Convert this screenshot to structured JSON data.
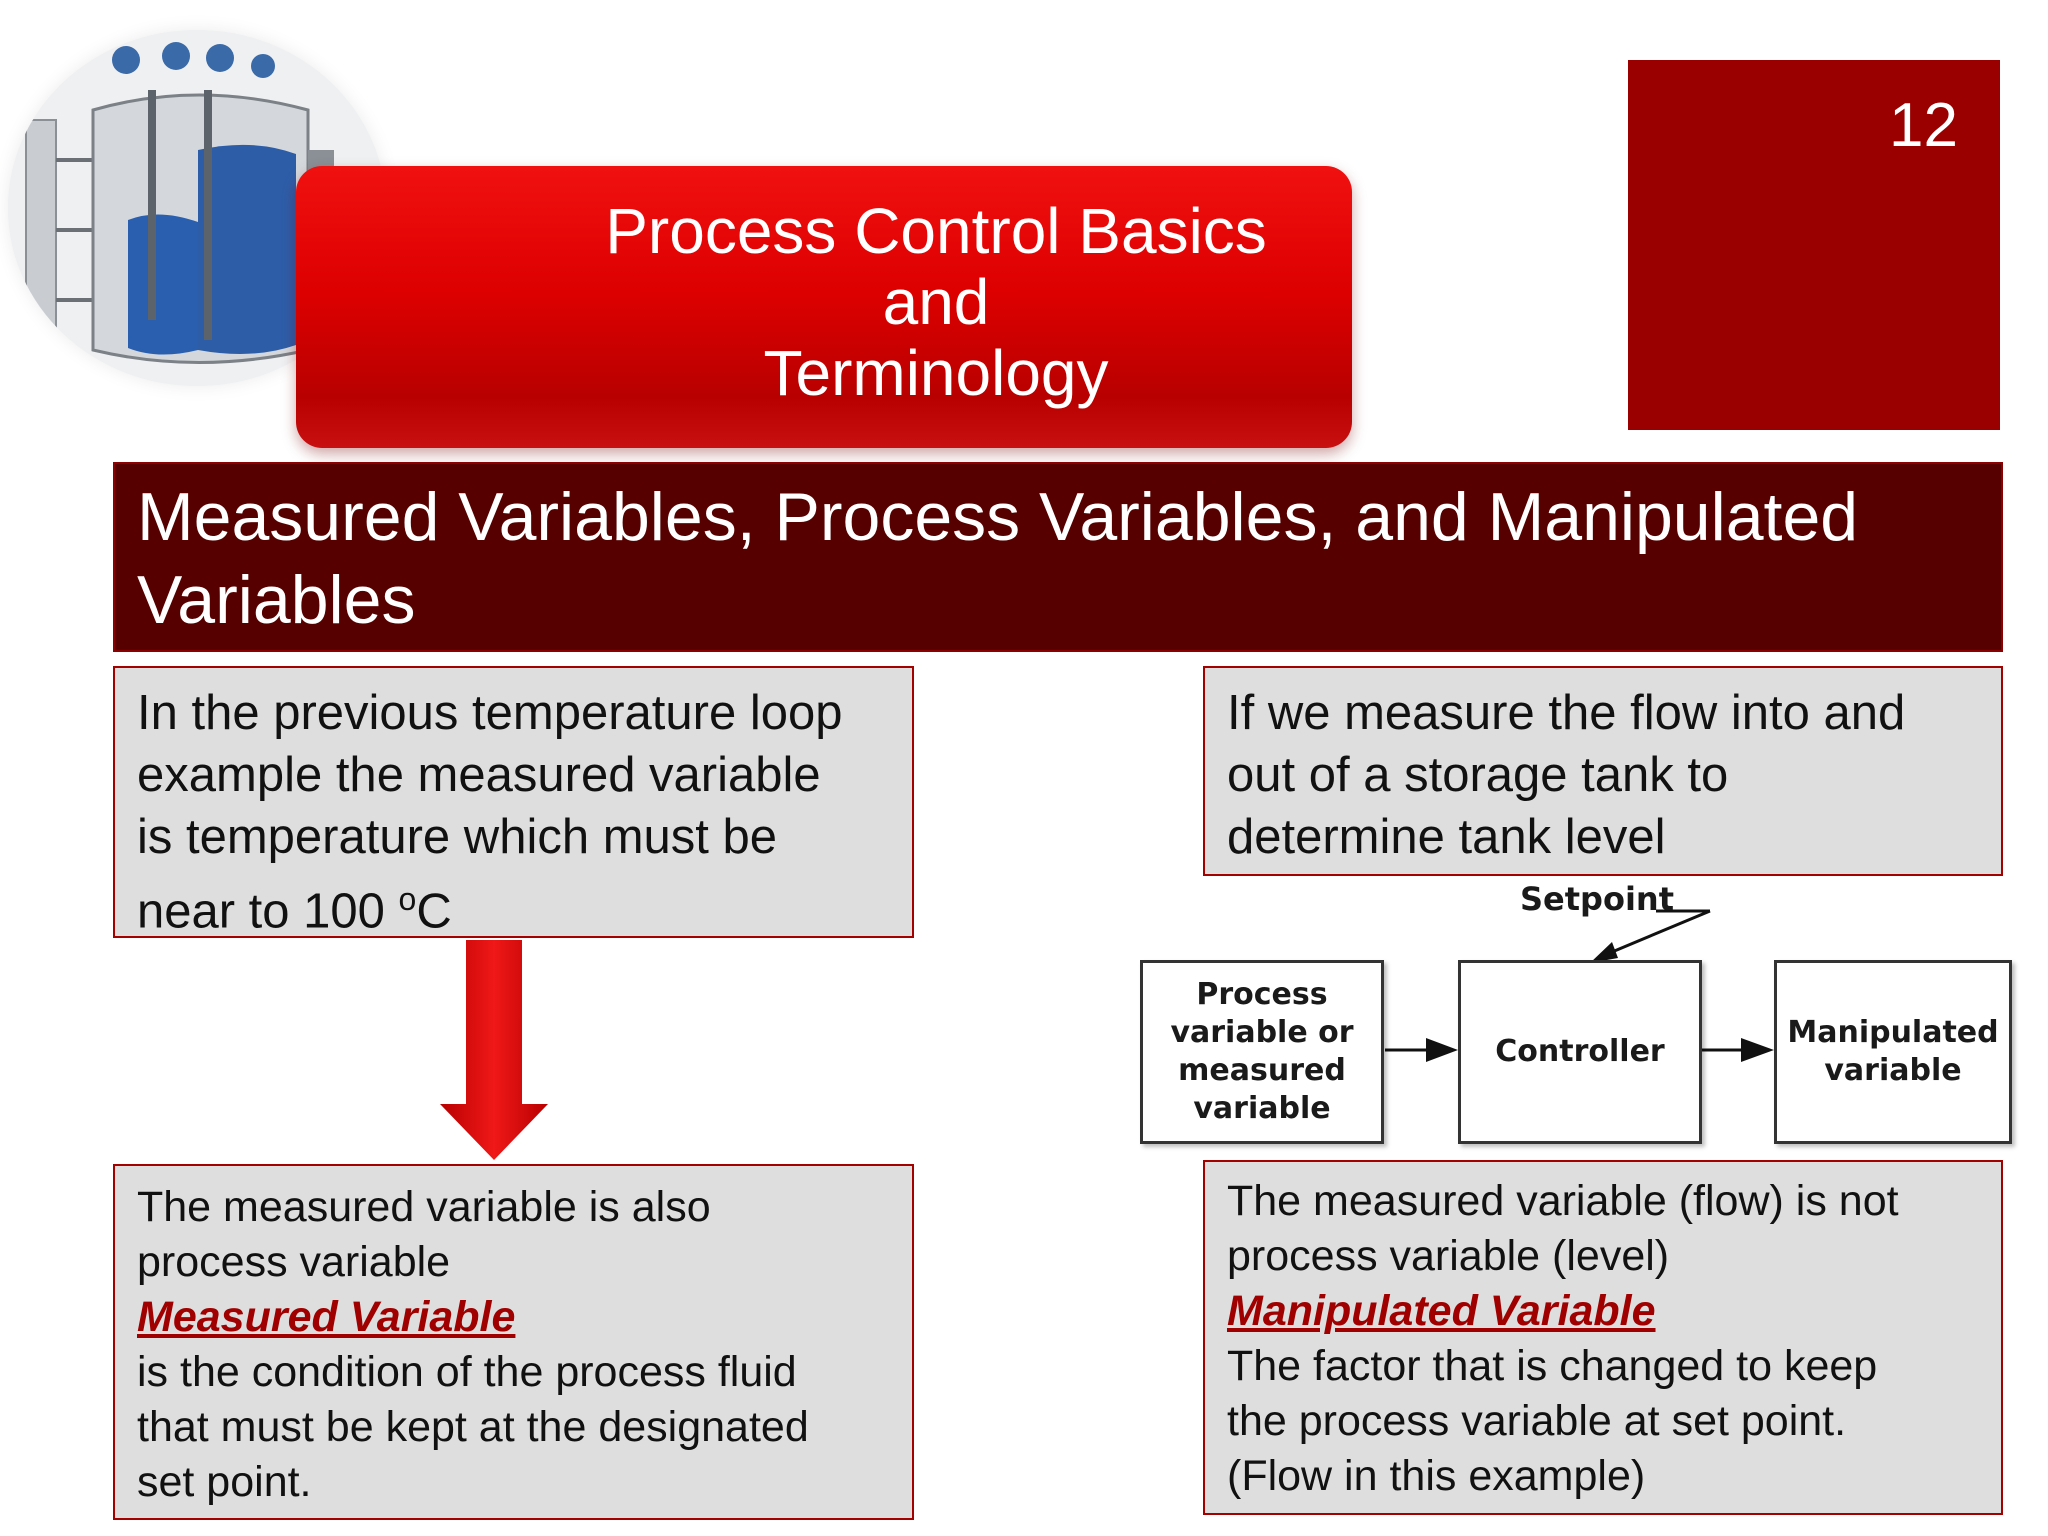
{
  "slide": {
    "page_number": "12",
    "title_lines": [
      "Process Control Basics",
      "and",
      "Terminology"
    ],
    "heading": "Measured Variables, Process Variables, and Manipulated Variables",
    "card_temperature": {
      "line1": "In the previous temperature loop",
      "line2": "example the measured variable",
      "line3": "is temperature which must be",
      "line4_prefix": "near to 100 ",
      "superscript": "o",
      "line4_suffix": "C"
    },
    "card_flow": {
      "line1": "If we measure the flow  into and",
      "line2": "out of a storage tank to",
      "line3": "determine tank level"
    },
    "card_measured": {
      "line1": "The measured variable is also",
      "line2": "process variable",
      "term": " Measured Variable",
      "line3": "is the condition of the process fluid",
      "line4": "that must be kept at the designated",
      "line5": "set point."
    },
    "card_manipulated": {
      "line1": "The measured variable (flow) is not",
      "line2": "process variable (level)",
      "term": " Manipulated Variable",
      "line3": "The factor that is changed to keep",
      "line4": "the process variable at set point.",
      "line5": "(Flow in this example)"
    }
  },
  "diagram": {
    "setpoint": "Setpoint",
    "process_box": [
      "Process",
      "variable or",
      "measured",
      "variable"
    ],
    "controller": "Controller",
    "manipulated_box": [
      "Manipulated",
      "variable"
    ]
  },
  "colors": {
    "banner_red": "#dd0000",
    "heading_maroon": "#570000",
    "page_box": "#9a0000",
    "term_red": "#a00000",
    "card_gray": "#dedede"
  }
}
